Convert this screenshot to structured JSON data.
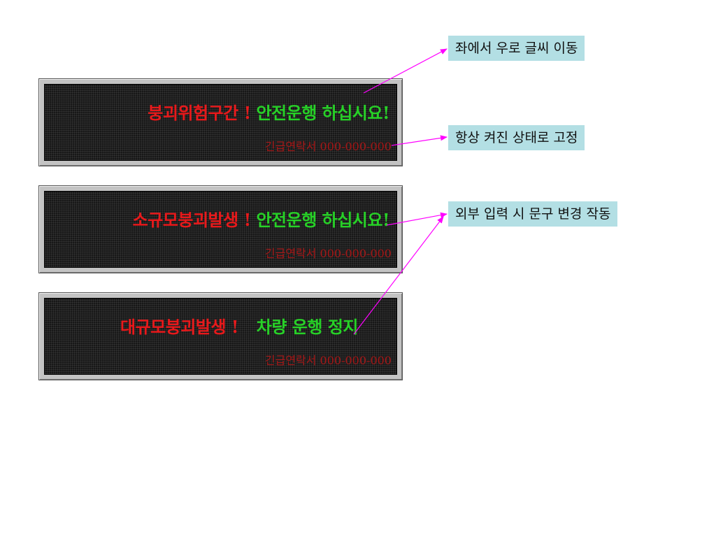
{
  "signs": [
    {
      "main_warning": "붕괴위험구간 !",
      "main_message": "안전운행 하십시요!",
      "contact": "긴급연락서 000-000-000"
    },
    {
      "main_warning": "소규모붕괴발생 !",
      "main_message": "안전운행 하십시요!",
      "contact": "긴급연락서 000-000-000"
    },
    {
      "main_warning": "대규모붕괴발생 !",
      "main_message": "차량 운행 정지",
      "contact": "긴급연락서 000-000-000"
    }
  ],
  "labels": {
    "scrolling_text": "좌에서 우로 글씨 이동",
    "always_on": "항상 켜진 상태로 고정",
    "external_input": "외부 입력 시 문구 변경 작동"
  },
  "colors": {
    "warning_text": "#e8191b",
    "message_text": "#27d127",
    "contact_text": "#a51616",
    "annotation_box": "#b3dfe4",
    "arrow": "#ff00ff"
  }
}
